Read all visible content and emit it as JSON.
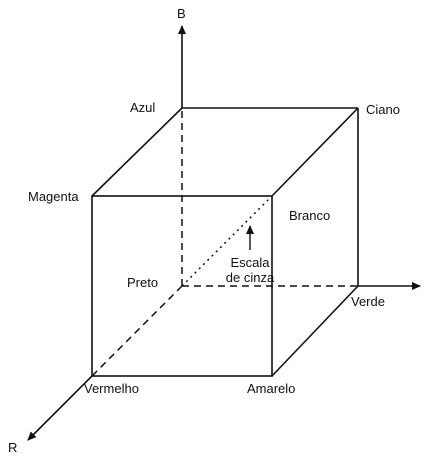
{
  "axes": {
    "b": "B",
    "r": "R",
    "g": "Verde"
  },
  "vertices": {
    "blue": "Azul",
    "cyan": "Ciano",
    "magenta": "Magenta",
    "white": "Branco",
    "black": "Preto",
    "green": "Verde",
    "red": "Vermelho",
    "yellow": "Amarelo"
  },
  "grayscale": {
    "line1": "Escala",
    "line2": "de cinza"
  },
  "colors": {
    "ink": "#111111",
    "background": "#ffffff"
  }
}
